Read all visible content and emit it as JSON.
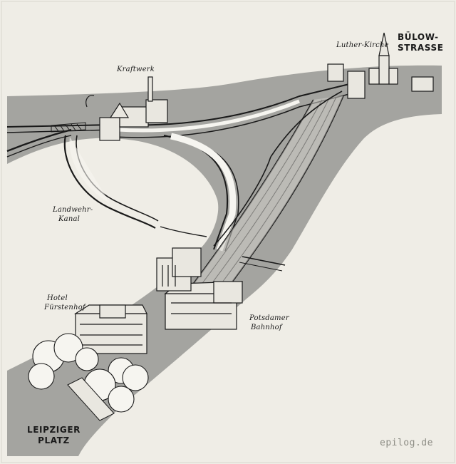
{
  "labels": {
    "kraftwerk": "Kraftwerk",
    "luther_kirche": "Luther-Kirche",
    "buelow_line1": "BÜLOW-",
    "buelow_line2": "STRASSE",
    "landwehr_line1": "Landwehr-",
    "landwehr_line2": "Kanal",
    "hotel_line1": "Hotel",
    "hotel_line2": "Fürstenhof",
    "potsdamer_line1": "Potsdamer",
    "potsdamer_line2": "Bahnhof",
    "leipziger_line1": "LEIPZIGER",
    "leipziger_line2": "PLATZ"
  },
  "watermark": "epilog.de",
  "colors": {
    "paper": "#efede6",
    "land": "#a4a4a0",
    "ink": "#1a1a1a"
  }
}
